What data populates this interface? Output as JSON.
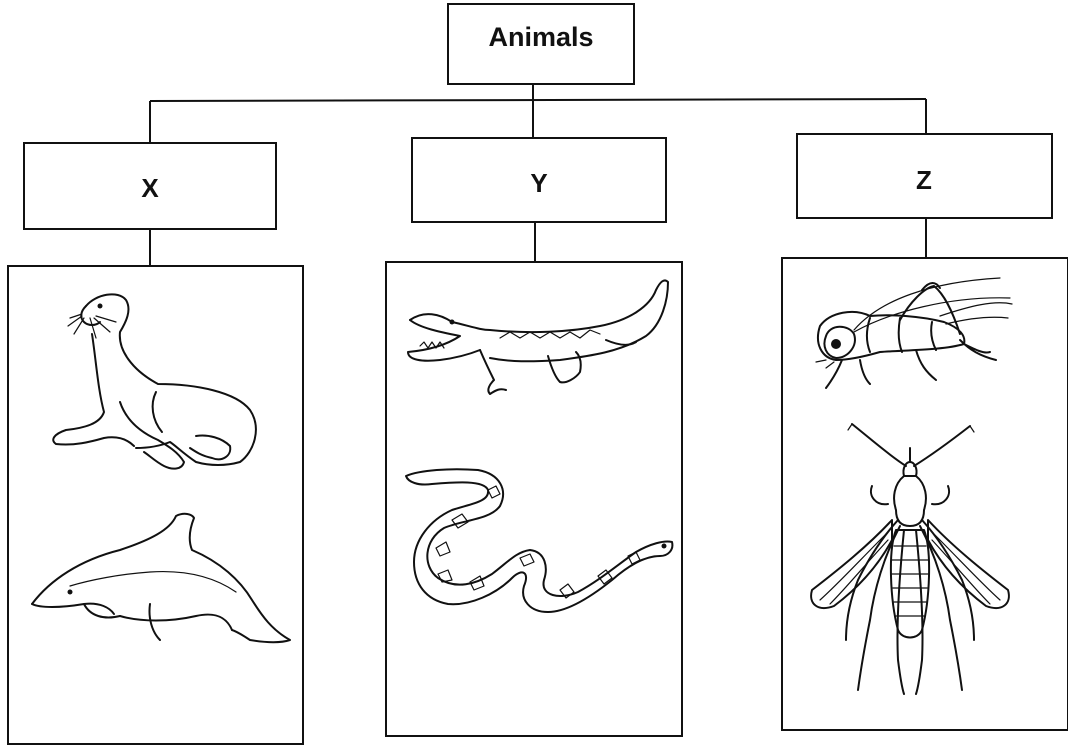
{
  "root": {
    "label": "Animals"
  },
  "groups": [
    {
      "label": "X",
      "animals": [
        {
          "name": "seal",
          "icon": "seal-icon"
        },
        {
          "name": "dolphin",
          "icon": "dolphin-icon"
        }
      ]
    },
    {
      "label": "Y",
      "animals": [
        {
          "name": "crocodile",
          "icon": "crocodile-icon"
        },
        {
          "name": "snake",
          "icon": "snake-icon"
        }
      ]
    },
    {
      "label": "Z",
      "animals": [
        {
          "name": "cricket",
          "icon": "cricket-icon"
        },
        {
          "name": "mosquito",
          "icon": "mosquito-icon"
        }
      ]
    }
  ],
  "colors": {
    "line": "#111111",
    "background": "#ffffff"
  }
}
